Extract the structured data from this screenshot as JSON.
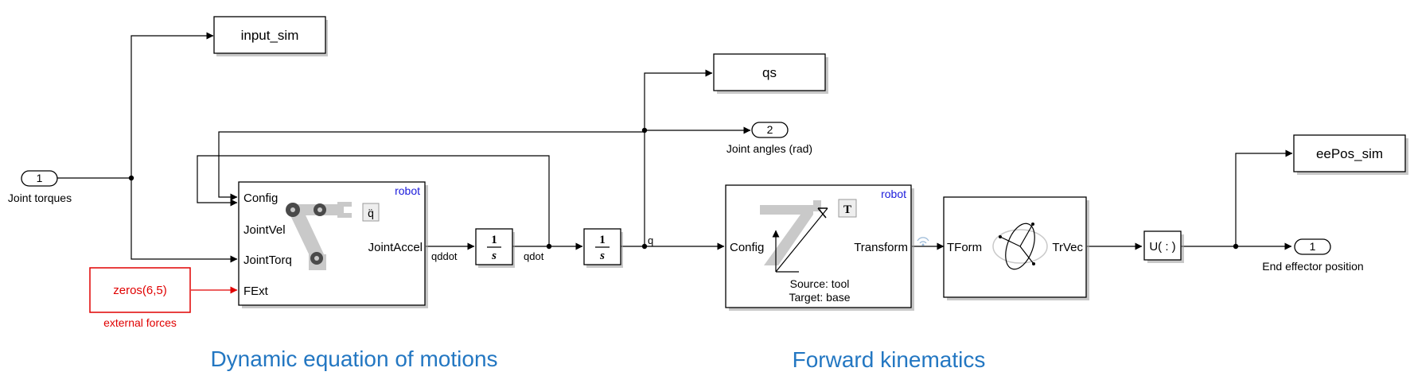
{
  "inports": [
    {
      "number": "1",
      "label": "Joint torques"
    }
  ],
  "outports": [
    {
      "number": "2",
      "label": "Joint angles (rad)"
    },
    {
      "number": "1",
      "label": "End effector position"
    }
  ],
  "workspace_blocks": {
    "input_sim": "input_sim",
    "qs": "qs",
    "eePos_sim": "eePos_sim"
  },
  "constant_block": {
    "value": "zeros(6,5)",
    "label": "external forces"
  },
  "forward_dynamics": {
    "tag": "robot",
    "ports_in": [
      "Config",
      "JointVel",
      "JointTorq",
      "FExt"
    ],
    "port_out": "JointAccel",
    "symbol": "q̈"
  },
  "integrators": [
    {
      "num": "1",
      "den": "s"
    },
    {
      "num": "1",
      "den": "s"
    }
  ],
  "signals": {
    "qddot": "qddot",
    "qdot": "qdot",
    "q": "q"
  },
  "get_transform": {
    "tag": "robot",
    "port_in": "Config",
    "port_out": "Transform",
    "symbol": "T",
    "source": "Source: tool",
    "target": "Target: base"
  },
  "tform2trvec": {
    "port_in": "TForm",
    "port_out": "TrVec"
  },
  "reshape": {
    "label": "U( : )"
  },
  "annotations": {
    "dynamics": "Dynamic equation of motions",
    "kinematics": "Forward kinematics"
  },
  "colors": {
    "annotation": "#2377c2",
    "robot_tag": "#1a1adb",
    "constant": "#e00000"
  }
}
